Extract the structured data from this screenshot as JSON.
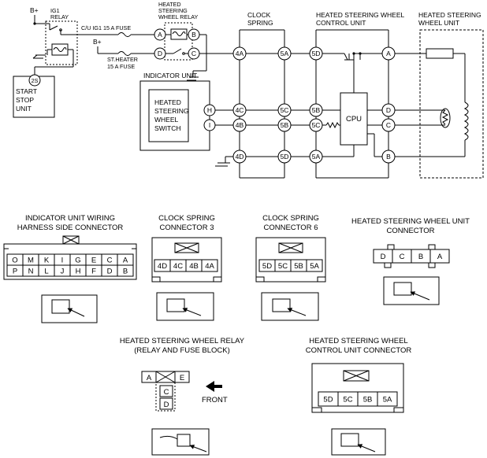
{
  "wiring": {
    "b_plus_1": "B+",
    "b_plus_2": "B+",
    "ig1_relay": [
      "IG1",
      "RELAY"
    ],
    "cu_fuse": "C/U IG1 15 A FUSE",
    "st_fuse": [
      "ST.HEATER",
      "15 A FUSE"
    ],
    "heated_relay": [
      "HEATED",
      "STEERING",
      "WHEEL RELAY"
    ],
    "start_stop": [
      "START",
      "STOP",
      "UNIT"
    ],
    "start_stop_pin": "2S",
    "indicator_unit": "INDICATOR UNIT",
    "switch": [
      "HEATED",
      "STEERING",
      "WHEEL",
      "SWITCH"
    ],
    "clock_spring": [
      "CLOCK",
      "SPRING"
    ],
    "control_unit": [
      "HEATED STEERING WHEEL",
      "CONTROL UNIT"
    ],
    "wheel_unit": [
      "HEATED STEERING",
      "WHEEL UNIT"
    ],
    "cpu": "CPU",
    "relay_pins": [
      "A",
      "B",
      "D",
      "C"
    ],
    "ind_pins": [
      "H",
      "I"
    ],
    "cs_left_pins": [
      "4A",
      "4C",
      "4B",
      "4D"
    ],
    "cs_right_pins": [
      "5A",
      "5C",
      "5B",
      "5D"
    ],
    "cu_pins": [
      "5D",
      "5B",
      "5C",
      "5A"
    ],
    "cu_right_pins": [
      "A",
      "D",
      "C",
      "B"
    ]
  },
  "connectors": {
    "indicator": {
      "title": [
        "INDICATOR UNIT WIRING",
        "HARNESS SIDE CONNECTOR"
      ],
      "row1": [
        "O",
        "M",
        "K",
        "I",
        "G",
        "E",
        "C",
        "A"
      ],
      "row2": [
        "P",
        "N",
        "L",
        "J",
        "H",
        "F",
        "D",
        "B"
      ]
    },
    "clock3": {
      "title": [
        "CLOCK SPRING",
        "CONNECTOR 3"
      ],
      "pins": [
        "4D",
        "4C",
        "4B",
        "4A"
      ]
    },
    "clock6": {
      "title": [
        "CLOCK SPRING",
        "CONNECTOR 6"
      ],
      "pins": [
        "5D",
        "5C",
        "5B",
        "5A"
      ]
    },
    "wheel": {
      "title": [
        "HEATED STEERING WHEEL UNIT",
        "CONNECTOR"
      ],
      "pins": [
        "D",
        "C",
        "B",
        "A"
      ]
    },
    "relay": {
      "title": [
        "HEATED STEERING WHEEL RELAY",
        "(RELAY AND FUSE BLOCK)"
      ],
      "top": [
        "A",
        "E"
      ],
      "stack": [
        "C",
        "D"
      ],
      "front": "FRONT"
    },
    "control": {
      "title": [
        "HEATED STEERING WHEEL",
        "CONTROL UNIT CONNECTOR"
      ],
      "pins": [
        "5D",
        "5C",
        "5B",
        "5A"
      ]
    }
  }
}
